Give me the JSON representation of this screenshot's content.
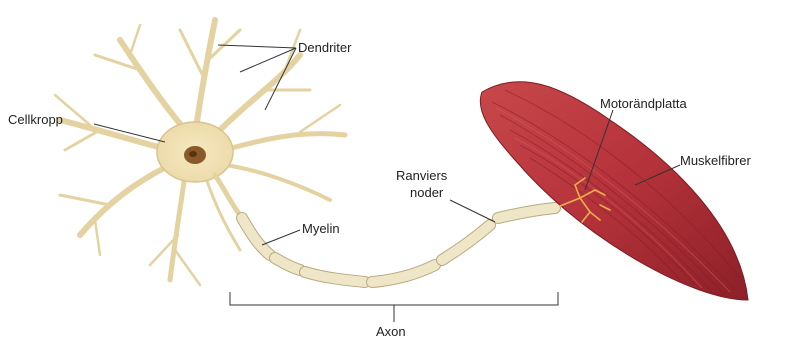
{
  "labels": {
    "dendrites": "Dendriter",
    "cell_body": "Cellkropp",
    "myelin": "Myelin",
    "ranvier_line1": "Ranviers",
    "ranvier_line2": "noder",
    "axon": "Axon",
    "endplate": "Motorändplatta",
    "muscle_fibers": "Muskelfibrer"
  },
  "colors": {
    "cell": "#f2e6c4",
    "cell_edge": "#cbb98a",
    "nucleus": "#8a5a2a",
    "myelin": "#efe6c8",
    "myelin_edge": "#b9aa80",
    "muscle": "#b8363a",
    "muscle_dark": "#7e1c22",
    "endplate": "#e8b04a"
  }
}
